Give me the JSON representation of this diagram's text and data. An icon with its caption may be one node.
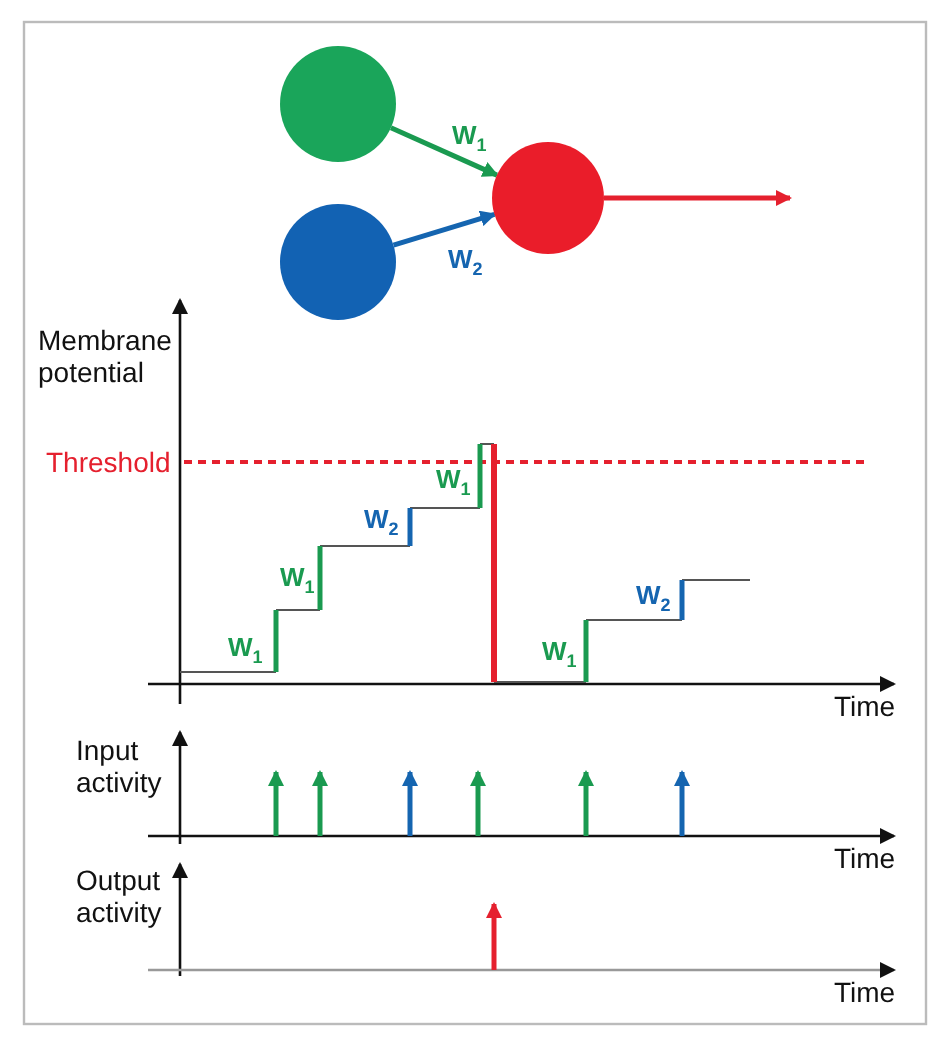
{
  "diagram": {
    "nodes": [
      {
        "text": [],
        "shape": "circle"
      },
      {
        "text": [],
        "shape": "circle"
      },
      {
        "text": [],
        "shape": "circle"
      }
    ],
    "edges": [
      {
        "from": 0,
        "to": 2,
        "arrow": "to",
        "label": "W$_{1}$",
        "color": "#1a9a50"
      },
      {
        "from": 1,
        "to": 2,
        "arrow": "to",
        "label": "W$_{2}$",
        "color": "#1565b0"
      },
      {
        "from": 2,
        "to": null,
        "arrow": "to",
        "color": "#e5202e"
      }
    ],
    "labels": [
      "Membrane potential",
      "Threshold",
      "W$_{1}$",
      "W$_{2}$",
      "W$_{1}$",
      "W$_{2}$",
      "W$_{1}$",
      "W$_{1}$",
      "Time",
      "Input activity",
      "Time",
      "Output activity",
      "Time"
    ]
  }
}
